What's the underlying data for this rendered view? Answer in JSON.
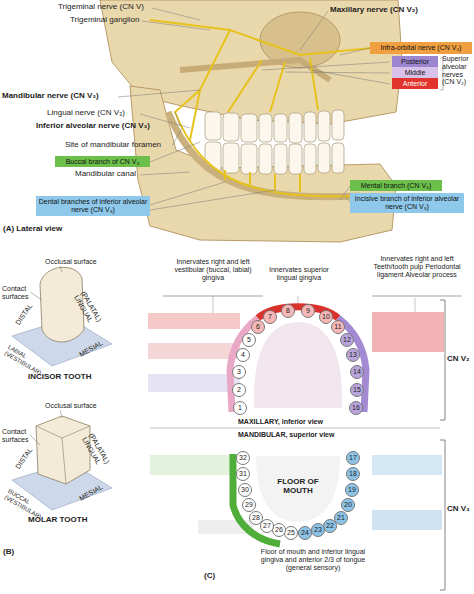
{
  "diagram": {
    "nodes": [
      {
        "text": [
          "Infra-orbital nerve (CN V₂)"
        ]
      },
      {
        "text": [
          "Posterior"
        ]
      },
      {
        "text": [
          "Middle"
        ]
      },
      {
        "text": [
          "Anterior"
        ]
      },
      {
        "text": [
          "Buccal branch of CN V₃"
        ]
      },
      {
        "text": [
          "Dental branches of inferior alveolar nerve (CN V₃)"
        ]
      },
      {
        "text": [
          "Mental branch (CN V₃)"
        ]
      },
      {
        "text": [
          "Incisive branch of inferior alveolar nerve (CN V₃)"
        ]
      },
      {
        "text": [
          "1"
        ]
      },
      {
        "text": [
          "2"
        ]
      },
      {
        "text": [
          "3"
        ]
      },
      {
        "text": [
          "4"
        ]
      },
      {
        "text": [
          "5"
        ]
      },
      {
        "text": [
          "6"
        ]
      },
      {
        "text": [
          "7"
        ]
      },
      {
        "text": [
          "8"
        ]
      },
      {
        "text": [
          "9"
        ]
      },
      {
        "text": [
          "10"
        ]
      },
      {
        "text": [
          "11"
        ]
      },
      {
        "text": [
          "12"
        ]
      },
      {
        "text": [
          "13"
        ]
      },
      {
        "text": [
          "14"
        ]
      },
      {
        "text": [
          "15"
        ]
      },
      {
        "text": [
          "16"
        ]
      },
      {
        "text": [
          "17"
        ]
      },
      {
        "text": [
          "18"
        ]
      },
      {
        "text": [
          "19"
        ]
      },
      {
        "text": [
          "20"
        ]
      },
      {
        "text": [
          "21"
        ]
      },
      {
        "text": [
          "22"
        ]
      },
      {
        "text": [
          "23"
        ]
      },
      {
        "text": [
          "24"
        ]
      },
      {
        "text": [
          "25"
        ]
      },
      {
        "text": [
          "26"
        ]
      },
      {
        "text": [
          "27"
        ]
      },
      {
        "text": [
          "28"
        ]
      },
      {
        "text": [
          "29"
        ]
      },
      {
        "text": [
          "30"
        ]
      },
      {
        "text": [
          "31"
        ]
      },
      {
        "text": [
          "32"
        ]
      }
    ],
    "labels": [
      "Trigeminal nerve (CN V)",
      "Trigeminal ganglion",
      "Maxillary nerve (CN V₂)",
      "Superior alveolar nerves (CN V₂)",
      "Mandibular nerve (CN V₃)",
      "Lingual nerve (CN V₃)",
      "Inferior alveolar nerve (CN V₃)",
      "Site of mandibular foramen",
      "Mandibular canal",
      "(A) Lateral view",
      "Occlusal surface",
      "Contact surfaces",
      "DISTAL",
      "(PALATAL) LINGUAL",
      "LABIAL (VESTIBULAR)",
      "MESIAL",
      "INCISOR TOOTH",
      "Occlusal surface",
      "Contact surfaces",
      "DISTAL",
      "(PALATAL) LINGUAL",
      "BUCCAL (VESTIBULAR)",
      "MESIAL",
      "MOLAR TOOTH",
      "(B)",
      "Innervates right and left vestibular (buccal, labial) gingiva",
      "Innervates superior lingual gingiva",
      "Innervates right and left Teeth/tooth pulp Periodontal ligament Alveolar process",
      "CN V₂",
      "CN V₃",
      "MAXILLARY, inferior view",
      "MANDIBULAR, superior view",
      "FLOOR OF MOUTH",
      "Floor of mouth and inferior lingual gingiva and anterior 2/3 of tongue (general sensory)",
      "(C)"
    ]
  }
}
